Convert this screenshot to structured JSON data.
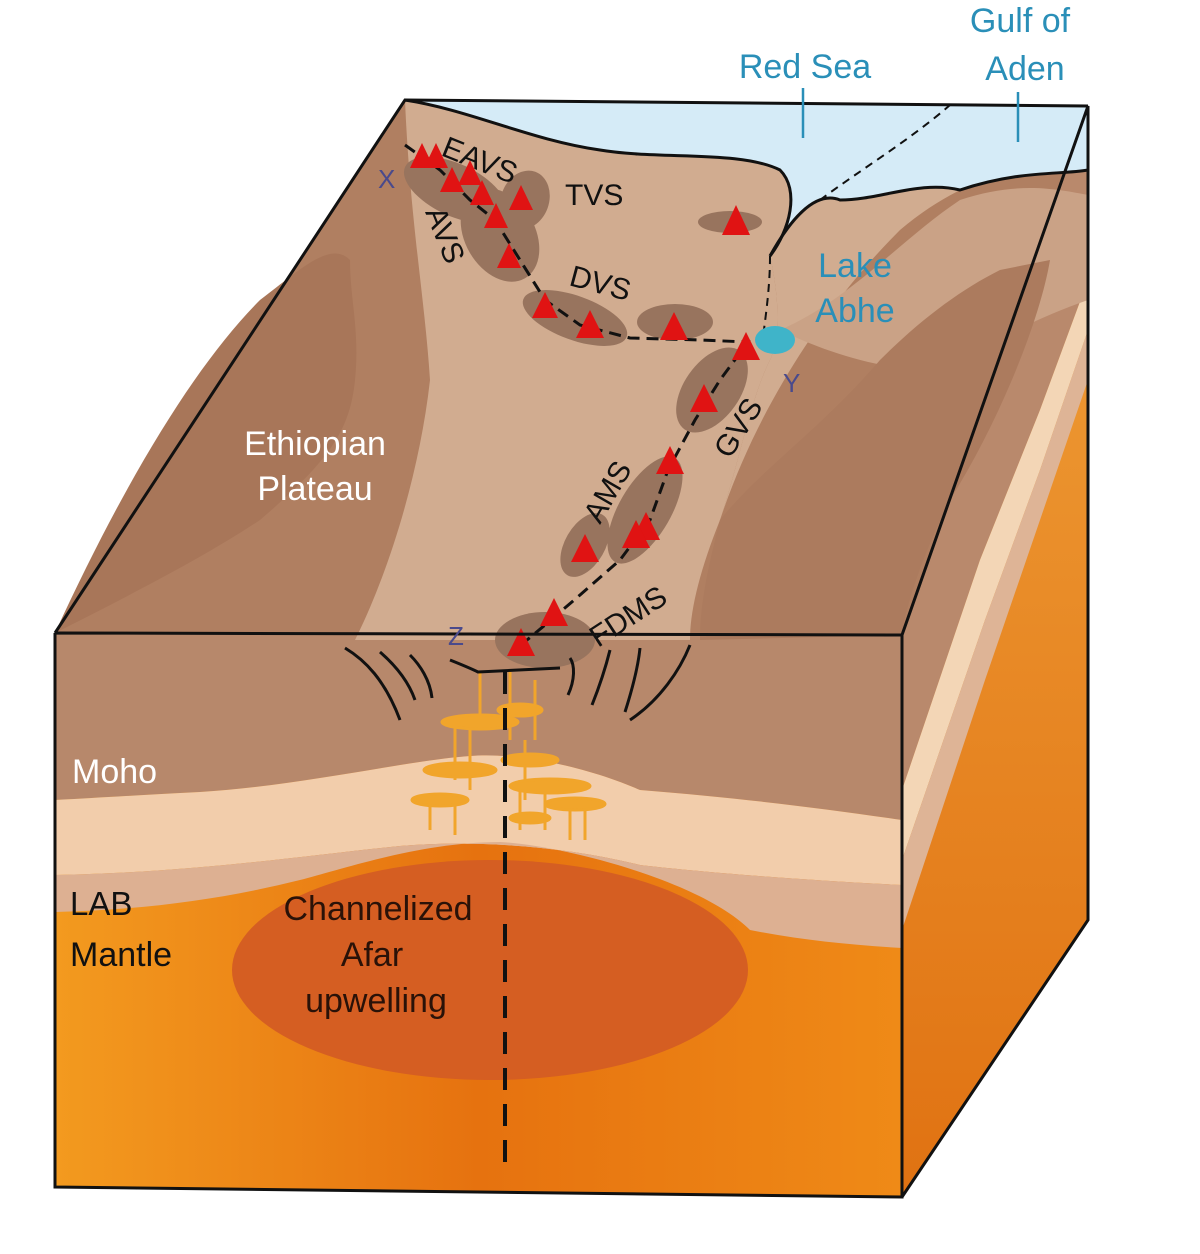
{
  "labels": {
    "red_sea": "Red Sea",
    "gulf_line1": "Gulf of",
    "gulf_line2": "Aden",
    "lake_line1": "Lake",
    "lake_line2": "Abhe",
    "plateau_line1": "Ethiopian",
    "plateau_line2": "Plateau",
    "moho": "Moho",
    "lab": "LAB",
    "mantle": "Mantle",
    "upwell_line1": "Channelized",
    "upwell_line2": "Afar",
    "upwell_line3": "upwelling",
    "eavs": "EAVS",
    "tvs": "TVS",
    "avs": "AVS",
    "dvs": "DVS",
    "gvs": "GVS",
    "ams": "AMS",
    "fdms": "FDMS",
    "x": "X",
    "y": "Y",
    "z": "Z"
  },
  "colors": {
    "sea": "#d5ebf7",
    "sea_text": "#2a8fb8",
    "lake": "#3fb4c9",
    "plateau": "#b07f61",
    "rift_floor": "#d1ac90",
    "crust_front": "#b6876a",
    "lower_crust": "#f2ccaa",
    "lithosphere": "#dcb092",
    "mantle": "#ec8419",
    "upwelling": "#d55e22",
    "volcano": "#e01313",
    "volcanic_segment": "#98745e",
    "magma": "#f1a52b",
    "outline": "#111111",
    "letter_marker": "#4a4a8c"
  }
}
